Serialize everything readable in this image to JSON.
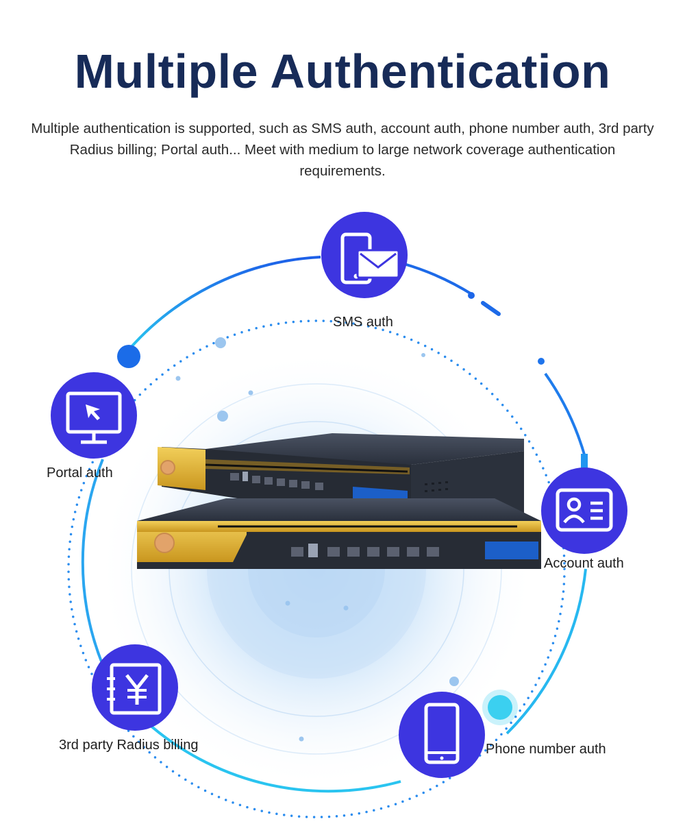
{
  "header": {
    "title": "Multiple Authentication",
    "subtitle": "Multiple authentication is supported, such as SMS auth, account auth, phone number auth, 3rd party Radius billing; Portal auth... Meet with medium to large network coverage authentication requirements."
  },
  "methods": [
    {
      "label": "SMS auth",
      "icon": "sms-phone-envelope-icon"
    },
    {
      "label": "Portal auth",
      "icon": "monitor-cursor-icon"
    },
    {
      "label": "Account auth",
      "icon": "id-card-icon"
    },
    {
      "label": "3rd party Radius billing",
      "icon": "yen-billing-icon"
    },
    {
      "label": "Phone number auth",
      "icon": "smartphone-icon"
    }
  ],
  "colors": {
    "title": "#172b58",
    "icon_fill": "#3d35e0",
    "ring_gradient_start": "#1d5fe8",
    "ring_gradient_end": "#2ad2f0",
    "device_gold": "#e2b43a",
    "device_body": "#2d3340"
  }
}
